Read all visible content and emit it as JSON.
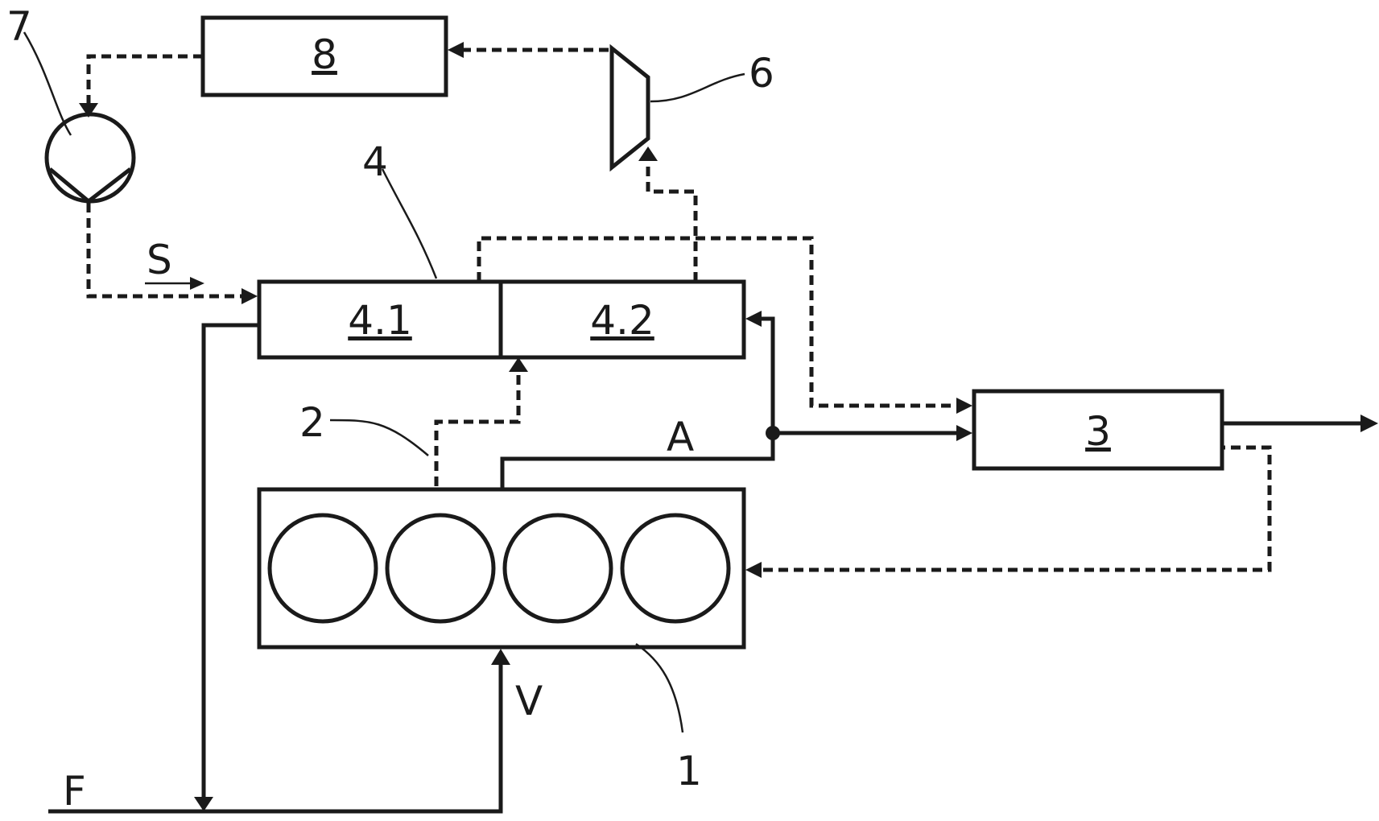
{
  "labels": {
    "box_8": "8",
    "box_4_1": "4.1",
    "box_4_2": "4.2",
    "box_3": "3",
    "ref_7": "7",
    "ref_6": "6",
    "ref_4": "4",
    "ref_2": "2",
    "ref_1": "1",
    "letter_S": "S",
    "letter_A": "A",
    "letter_V": "V",
    "letter_F": "F"
  },
  "legend": {
    "line_styles": [
      "solid",
      "dashed"
    ]
  },
  "colors": {
    "line": "#1a1a1a",
    "background": "#ffffff"
  }
}
